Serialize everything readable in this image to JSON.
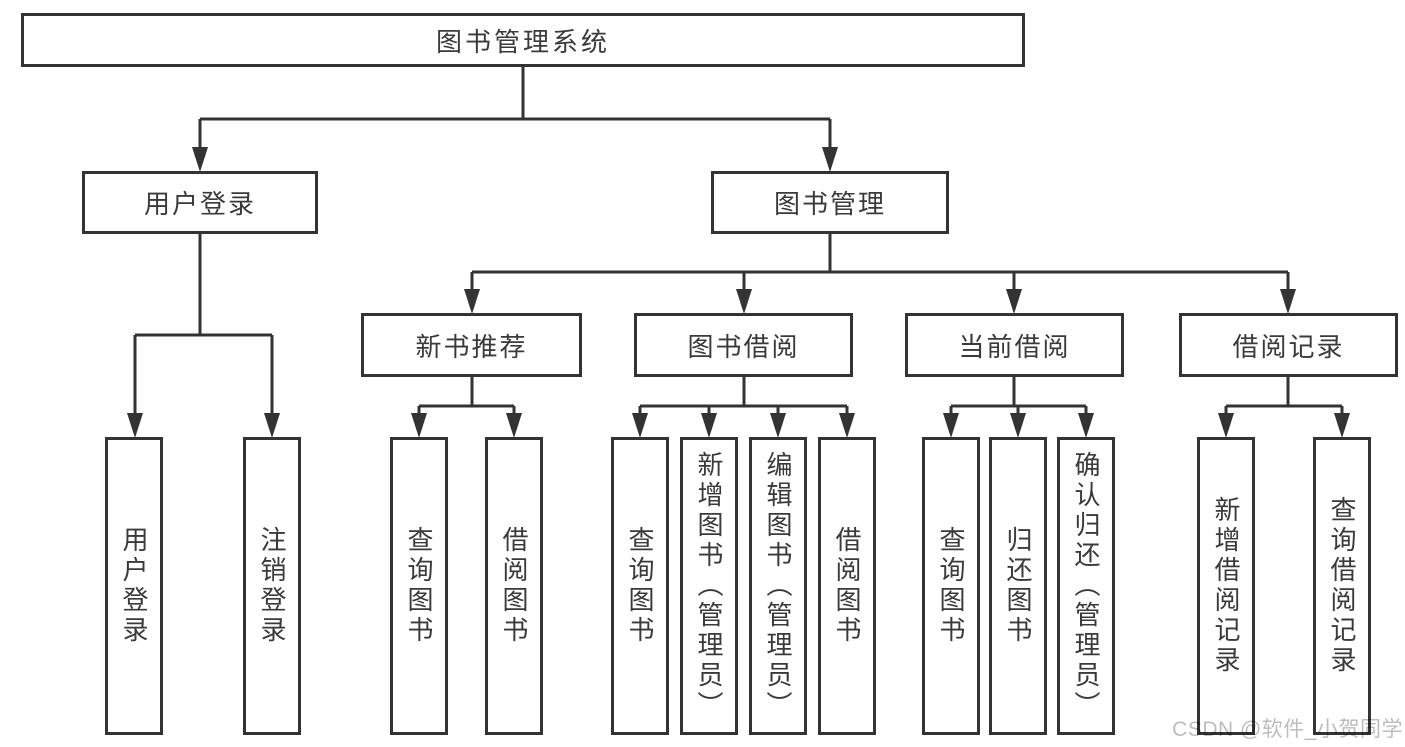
{
  "colors": {
    "line": "#333333",
    "box_border": "#333333",
    "text": "#3a3a3a",
    "watermark": "#bdbdbd",
    "background": "#ffffff"
  },
  "tree": {
    "root": "图书管理系统",
    "l2": [
      "用户登录",
      "图书管理"
    ],
    "l3": [
      "新书推荐",
      "图书借阅",
      "当前借阅",
      "借阅记录"
    ],
    "user_login_children": [
      "用户登录",
      "注销登录"
    ],
    "new_book_children": [
      "查询图书",
      "借阅图书"
    ],
    "book_borrow_children": [
      "查询图书",
      "新增图书（管理员）",
      "编辑图书（管理员）",
      "借阅图书"
    ],
    "current_borrow_children": [
      "查询图书",
      "归还图书",
      "确认归还（管理员）"
    ],
    "borrow_record_children": [
      "新增借阅记录",
      "查询借阅记录"
    ]
  },
  "watermark": {
    "text": "CSDN @软件_小贺同学"
  }
}
